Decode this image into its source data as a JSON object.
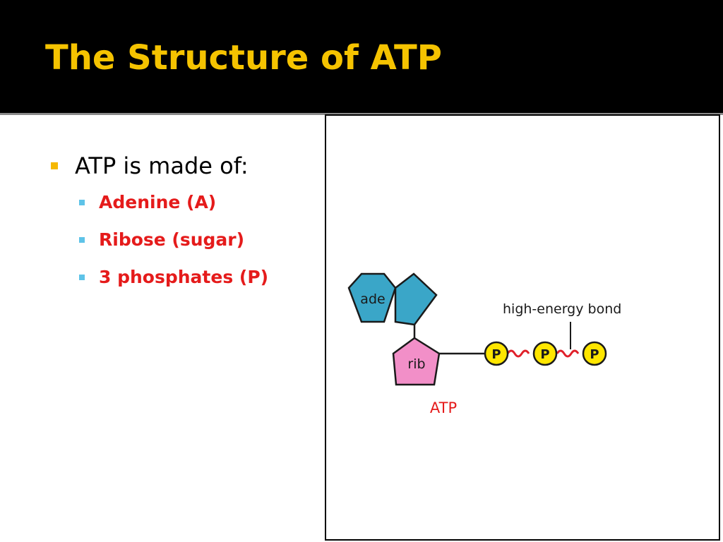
{
  "slide": {
    "title": "The Structure of ATP",
    "title_color": "#f5c300",
    "bullet": {
      "text": "ATP is made of:",
      "marker_color": "#f5b800"
    },
    "sub_bullets": [
      {
        "text": "Adenine (A)"
      },
      {
        "text": "Ribose (sugar)"
      },
      {
        "text": "3 phosphates (P)"
      }
    ],
    "sub_bullet_color": "#e51b1b",
    "sub_marker_color": "#5ec3e8"
  },
  "diagram": {
    "adenine_label": "ade",
    "ribose_label": "rib",
    "phosphate_label": "P",
    "molecule_label": "ATP",
    "bond_label": "high-energy bond",
    "adenine_color": "#3aa6c8",
    "ribose_color": "#f28fc8",
    "phosphate_color": "#ffe600",
    "bond_color": "#e0202a",
    "molecule_label_color": "#e51b1b"
  }
}
